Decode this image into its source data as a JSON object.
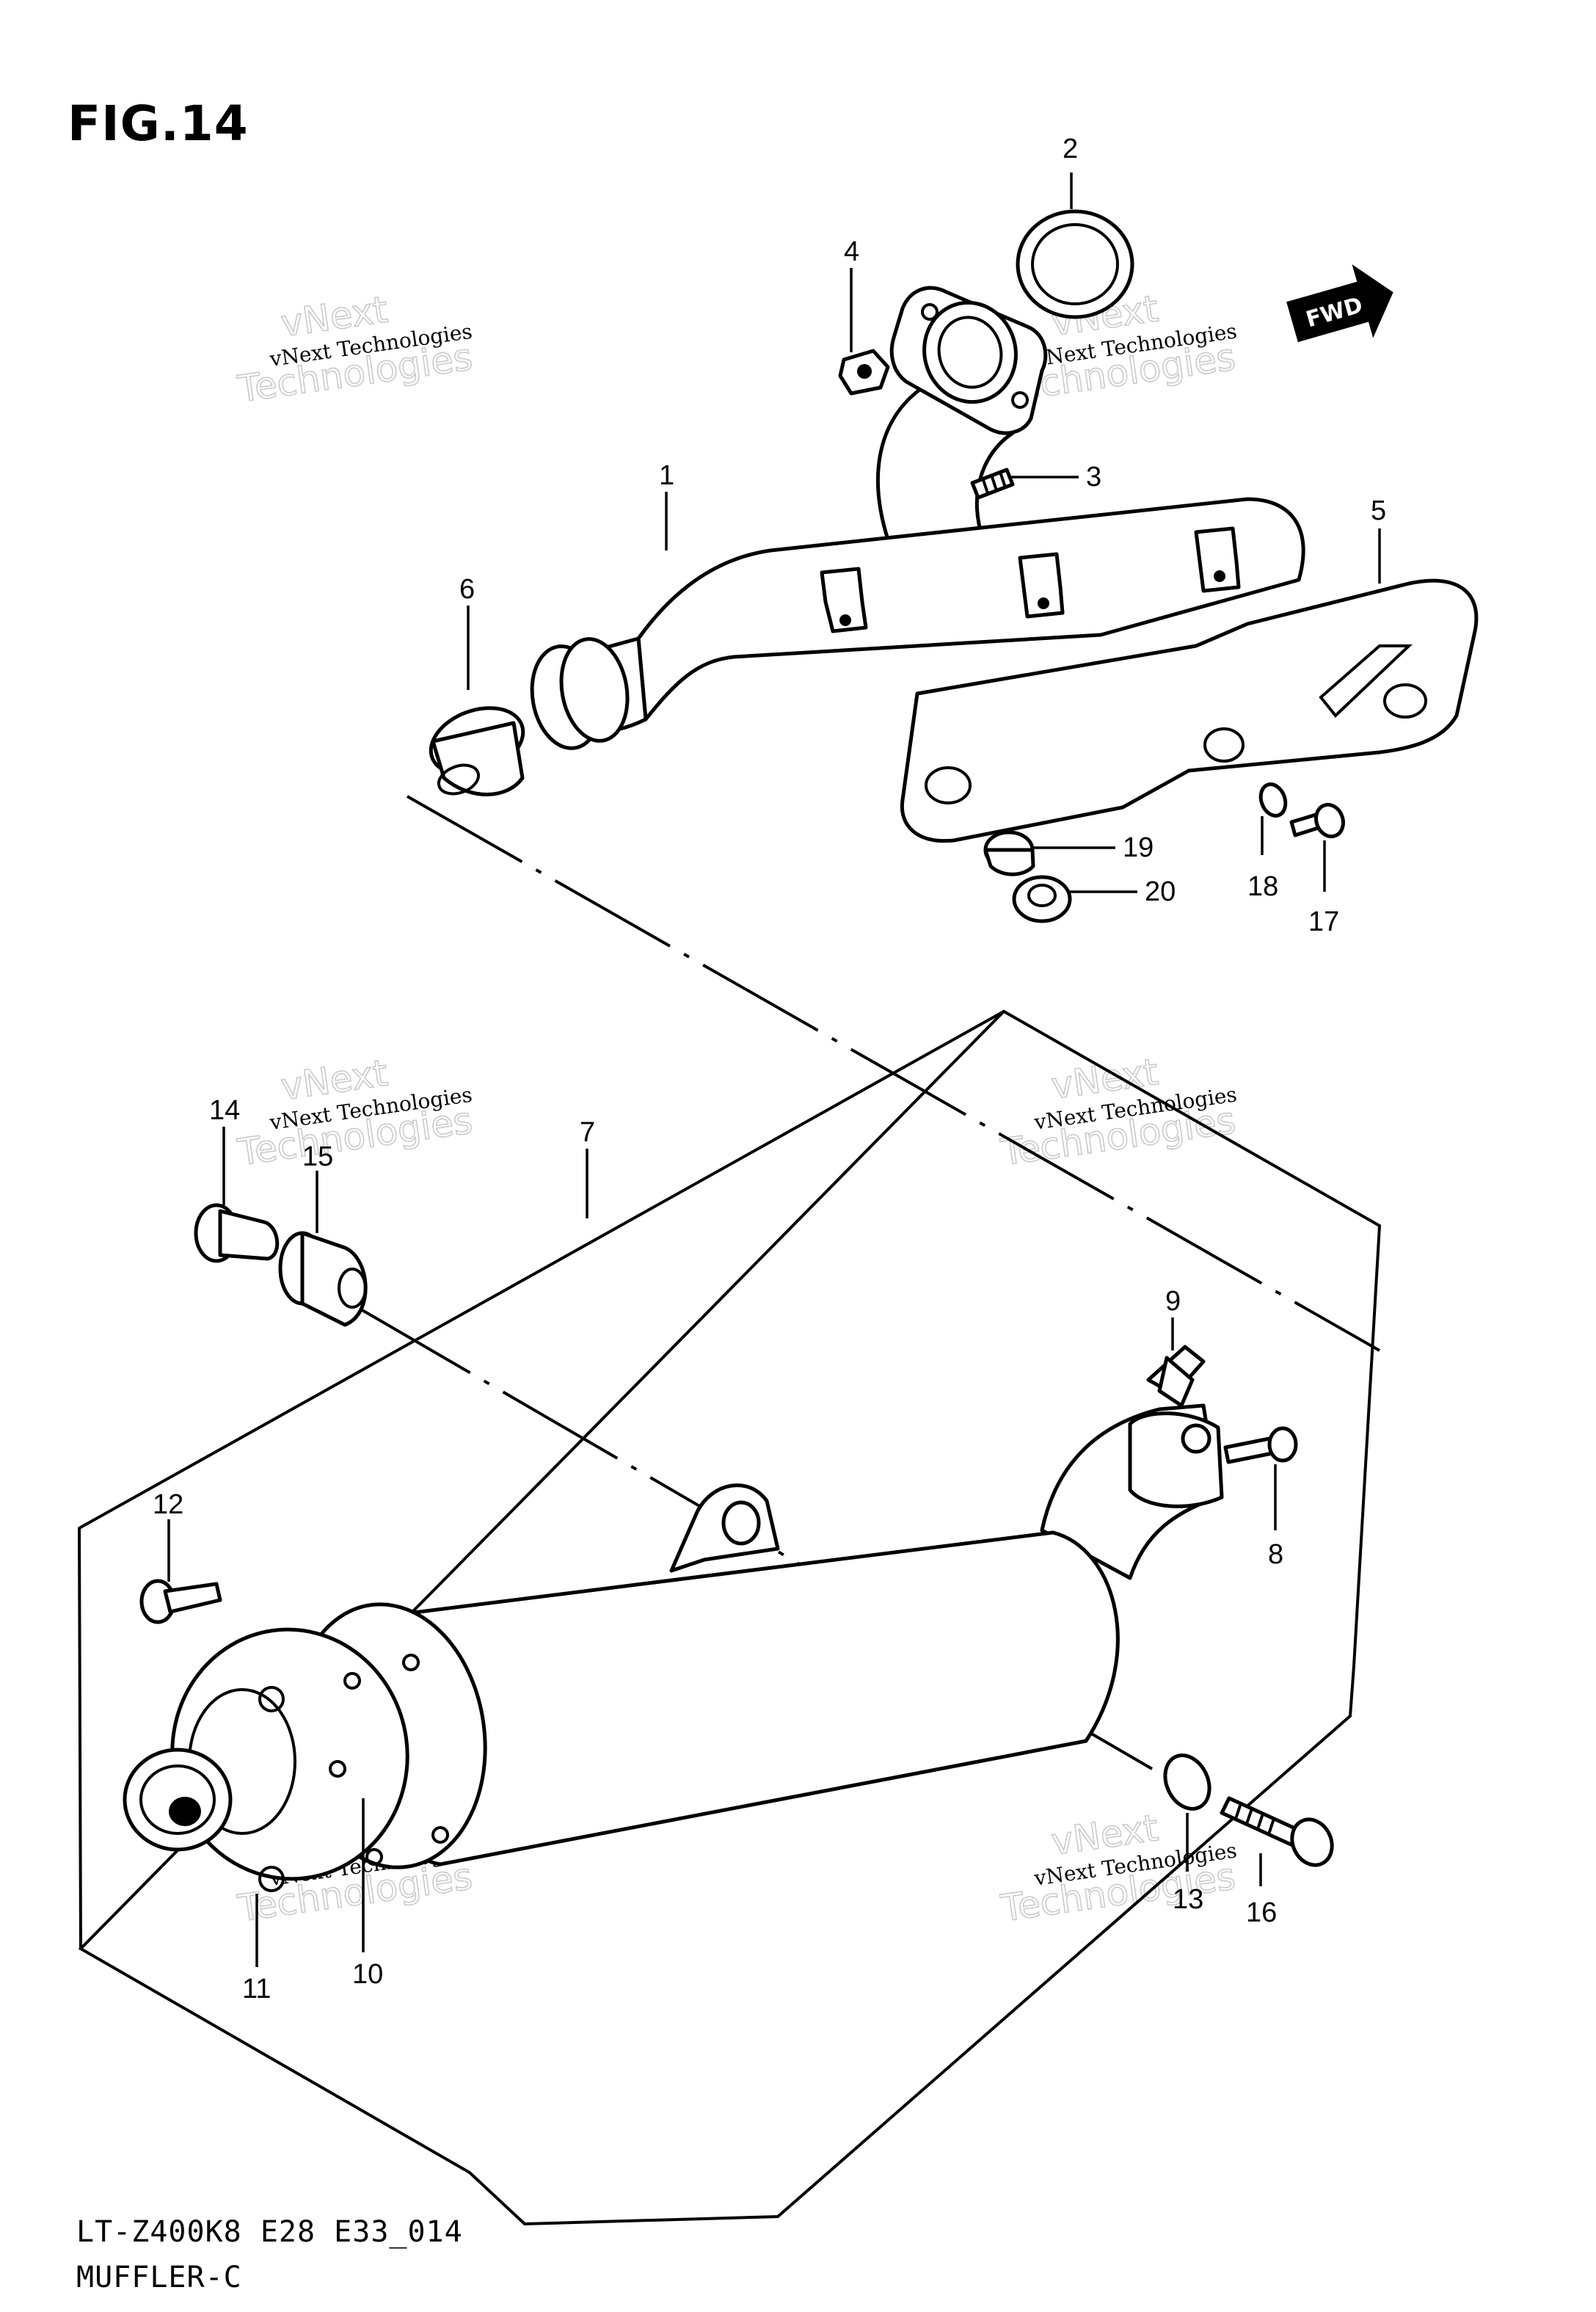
{
  "figure_title": "FIG.14",
  "footer": {
    "model_code": "LT-Z400K8 E28 E33_014",
    "diagram_name": "MUFFLER-C"
  },
  "fwd_badge": "FWD",
  "watermark": {
    "line1": "vNext Technologies",
    "line2": "vNext",
    "line3": "Technologies"
  },
  "callouts": {
    "p1": "1",
    "p2": "2",
    "p3": "3",
    "p4": "4",
    "p5": "5",
    "p6": "6",
    "p7": "7",
    "p8": "8",
    "p9": "9",
    "p10": "10",
    "p11": "11",
    "p12": "12",
    "p13": "13",
    "p14": "14",
    "p15": "15",
    "p16": "16",
    "p17": "17",
    "p18": "18",
    "p19": "19",
    "p20": "20"
  }
}
